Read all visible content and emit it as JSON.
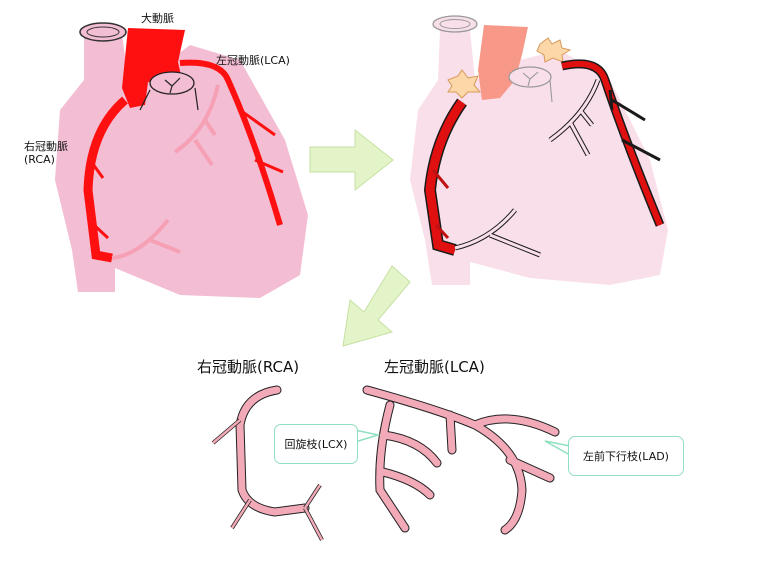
{
  "labels": {
    "aorta": "大動脈",
    "lca_top": "左冠動脈(LCA)",
    "rca_top_line1": "右冠動脈",
    "rca_top_line2": "(RCA)",
    "rca_bottom": "右冠動脈(RCA)",
    "lca_bottom": "左冠動脈(LCA)",
    "lcx": "回旋枝(LCX)",
    "lad": "左前下行枝(LAD)"
  },
  "colors": {
    "heart_normal": "#f3bdd3",
    "heart_diseased": "#f9dfe9",
    "artery": "#ff1010",
    "artery_faded": "#f5a0b4",
    "diagram_artery": "#f2aab8",
    "arrow": "#e3f5c8",
    "callout_border": "#8fe0bf"
  }
}
